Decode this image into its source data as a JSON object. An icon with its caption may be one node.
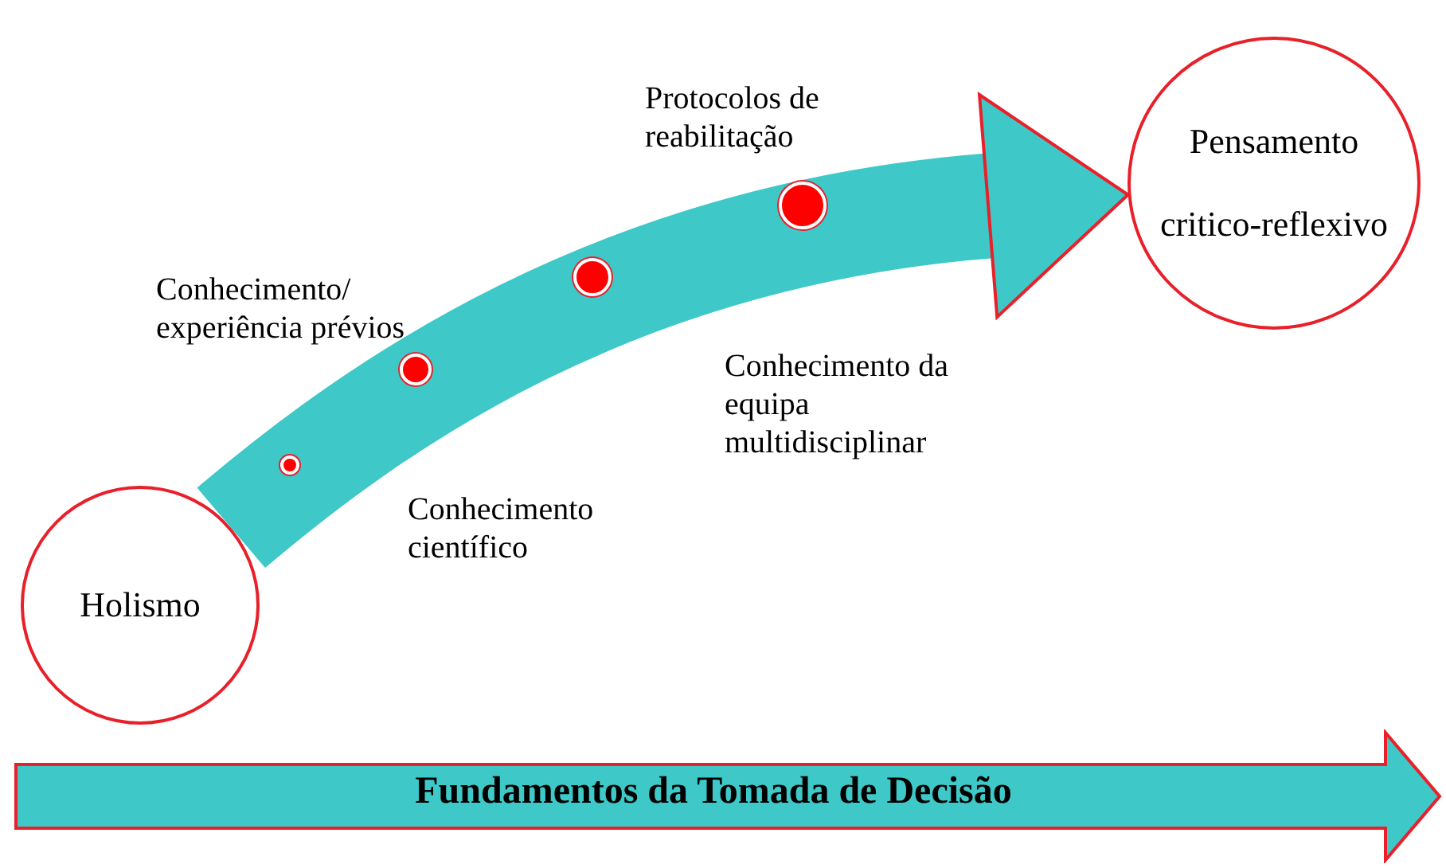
{
  "diagram": {
    "nodes": [
      {
        "text": [
          "Holismo"
        ]
      },
      {
        "text": [
          "Pensamento critico-reflexivo"
        ]
      },
      {
        "text": [],
        "shape": "circle"
      },
      {
        "text": [],
        "shape": "circle"
      },
      {
        "text": [],
        "shape": "circle"
      },
      {
        "text": [],
        "shape": "circle"
      },
      {
        "text": [
          "Fundamentos da Tomada de Decisão"
        ]
      }
    ],
    "edges": [
      {
        "from": 0,
        "to": 1,
        "arrow": "to"
      }
    ],
    "labels": [
      "Protocolos de reabilitação",
      "Conhecimento/ experiência prévios",
      "Conhecimento da equipa multidisciplinar",
      "Conhecimento científico"
    ]
  }
}
